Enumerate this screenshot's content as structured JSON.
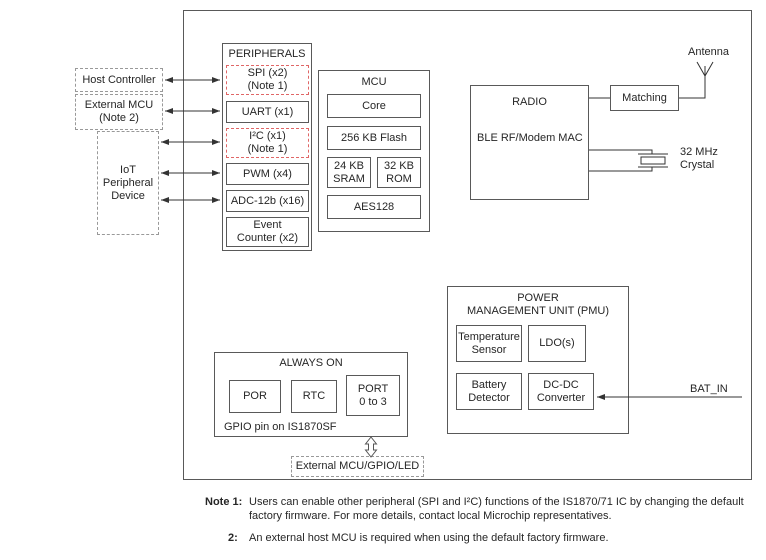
{
  "colors": {
    "box_border": "#595959",
    "dashed_border": "#999999",
    "peripheral_note_border": "#e06666",
    "wire": "#333333",
    "text": "#262626"
  },
  "chip": {
    "left": {
      "host_controller": "Host Controller",
      "external_mcu": [
        "External MCU",
        "(Note 2)"
      ],
      "iot_device": [
        "IoT",
        "Peripheral",
        "Device"
      ]
    },
    "peripherals": {
      "title": "PERIPHERALS",
      "spi": [
        "SPI (x2)",
        "(Note 1)"
      ],
      "uart": "UART (x1)",
      "i2c": [
        "I²C (x1)",
        "(Note 1)"
      ],
      "pwm": "PWM (x4)",
      "adc": "ADC-12b (x16)",
      "event_counter": [
        "Event",
        "Counter (x2)"
      ]
    },
    "mcu": {
      "title": "MCU",
      "core": "Core",
      "flash": "256 KB Flash",
      "sram": [
        "24 KB",
        "SRAM"
      ],
      "rom": [
        "32 KB",
        "ROM"
      ],
      "aes": "AES128"
    },
    "radio": {
      "title": "RADIO",
      "subtitle": "BLE RF/Modem MAC"
    },
    "rf": {
      "matching": "Matching",
      "antenna": "Antenna",
      "crystal": [
        "32 MHz",
        "Crystal"
      ]
    },
    "pmu": {
      "title": [
        "POWER",
        "MANAGEMENT UNIT (PMU)"
      ],
      "temperature_sensor": [
        "Temperature",
        "Sensor"
      ],
      "ldo": "LDO(s)",
      "battery_detector": [
        "Battery",
        "Detector"
      ],
      "dcdc_converter": [
        "DC-DC",
        "Converter"
      ],
      "bat_in": "BAT_IN"
    },
    "always_on": {
      "title": "ALWAYS ON",
      "por": "POR",
      "rtc": "RTC",
      "port": [
        "PORT",
        "0 to 3"
      ],
      "gpio_note": "GPIO pin on IS1870SF"
    },
    "external_bottom": "External MCU/GPIO/LED"
  },
  "notes": {
    "note1_label": "Note 1:",
    "note1_line1": "Users can enable other peripheral (SPI and I²C) functions of the IS1870/71 IC by changing the default",
    "note1_line2": "factory firmware. For more details, contact local Microchip representatives.",
    "note2_label": "2:",
    "note2_text": "An external host MCU is required when using the default factory firmware."
  }
}
